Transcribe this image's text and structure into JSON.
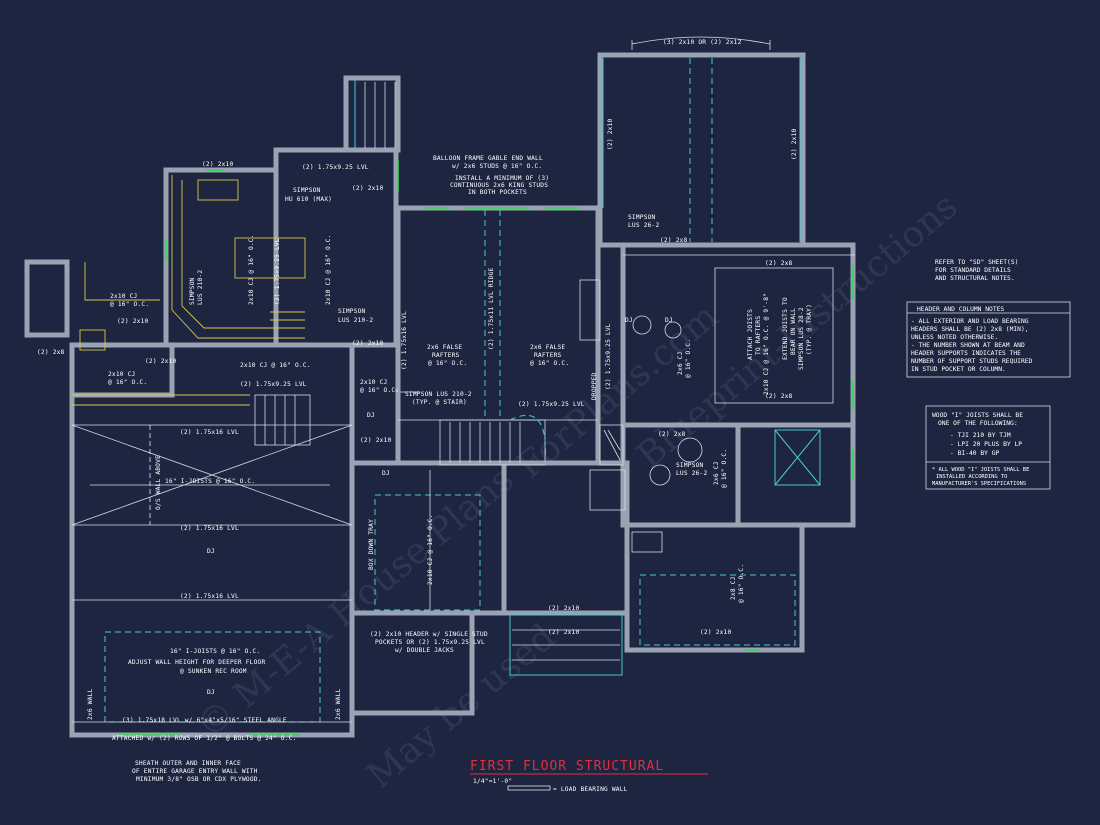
{
  "title": "FIRST FLOOR STRUCTURAL",
  "scale": "1/4\"=1'-0\"",
  "legend": "= LOAD BEARING WALL",
  "watermark": [
    "© M-E-A House Plans",
    "May be used",
    "ForPlans.com",
    "Blueprint-Instructions"
  ],
  "notes": {
    "refer": [
      "REFER TO \"SD\" SHEET(S)",
      "FOR STANDARD DETAILS",
      "AND STRUCTURAL NOTES."
    ],
    "header_title": "HEADER AND COLUMN NOTES",
    "header_lines": [
      "- ALL EXTERIOR AND LOAD BEARING",
      "HEADERS SHALL BE (2) 2x8 (MIN),",
      "UNLESS NOTED OTHERWISE.",
      "- THE NUMBER SHOWN AT BEAM AND",
      "HEADER SUPPORTS INDICATES THE",
      "NUMBER OF SUPPORT STUDS REQUIRED",
      "IN STUD POCKET OR COLUMN."
    ],
    "wood_lines": [
      "WOOD \"I\" JOISTS SHALL BE",
      "ONE OF THE FOLLOWING:",
      "- TJI 210 BY TJM",
      "- LPI 20 PLUS BY LP",
      "- BI-40 BY GP",
      "* ALL WOOD \"I\" JOISTS SHALL BE",
      "INSTALLED ACCORDING TO",
      "MANUFACTURER'S SPECIFICATIONS"
    ]
  },
  "labels": {
    "top_3_2x10": "(3) 2x10 OR (2) 2x12",
    "balloon1": "BALLOON FRAME GABLE END WALL",
    "balloon2": "w/ 2x6 STUDS @ 16\" O.C.",
    "install1": "INSTALL A MINIMUM OF (3)",
    "install2": "CONTINUOUS 2x6 KING STUDS",
    "install3": "IN BOTH POCKETS",
    "lvl_top": "(2) 1.75x9.25 LVL",
    "simpson_hu1": "SIMPSON",
    "simpson_hu2": "HU 610 (MAX)",
    "k_2x10_a": "(2) 2x10",
    "k_2x10_b": "(2) 2x10",
    "k_2x10_c": "(2) 2x10",
    "simpson_lus26_1": "SIMPSON",
    "simpson_lus26_2": "LUS 26-2",
    "r_2x10_v1": "(2) 2x10",
    "r_2x10_v2": "(2) 2x10",
    "r_2x8_a": "(2) 2x8",
    "r_2x8_b": "(2) 2x8",
    "r_2x8_c": "(2) 2x8",
    "r_2x8_d": "(2) 2x8",
    "attach1": "ATTACH JOISTS",
    "attach2": "TO RAFTERS",
    "attach3": "2x10 CJ @ 16\" O.C. @ 9'-8\"",
    "extend1": "EXTEND JOISTS TO",
    "extend2": "BEAR ON WALL",
    "extend3": "SIMPSON LUS 28-2",
    "extend4": "(TYP. @ TRAY)",
    "false1a": "2x6 FALSE",
    "false1b": "RAFTERS",
    "false1c": "@ 16\" O.C.",
    "false2a": "2x6 FALSE",
    "false2b": "RAFTERS",
    "false2c": "@ 16\" O.C.",
    "lvl_ridge": "(2) 1.75x11 LVL RIDGE",
    "lvl_16_v": "(2) 1.75x16 LVL",
    "lvl_mid_v": "(2) 1.75x9.25 LVL",
    "cj_k1": "2x10 CJ @ 16\" O.C.",
    "cj_k2": "2x10 CJ @ 16\" O.C.",
    "cj_k3": "(2) 1.75x9.25 LVL",
    "simpson210_1": "SIMPSON",
    "simpson210_2": "LUS 210-2",
    "simpson210_3": "SIMPSON",
    "simpson210_4": "LUS 210-2",
    "simpson210_5": "SIMPSON LUS 210-2",
    "simpson210_6": "(TYP. @ STAIR)",
    "cj_210_a": "2x10 CJ",
    "cj_210_b": "@ 16\" O.C.",
    "cj_210_c": "2x10 CJ",
    "cj_210_d": "@ 16\" O.C.",
    "lvl_2x10_left": "(2) 2x10",
    "lvl_2x10_left2": "(2) 2x10",
    "lvl_2x10_left3": "(2) 2x10",
    "lvl_2x8_left": "(2) 2x8",
    "cj_left": "2x10 CJ",
    "cj_left2": "@ 16\" O.C.",
    "lvl_2x10_mid": "(2) 2x10",
    "lvl_1_75x16_1": "(2) 1.75x16 LVL",
    "lvl_1_75x16_2": "(2) 1.75x16 LVL",
    "lvl_1_75x16_3": "(2) 1.75x16 LVL",
    "dj1": "DJ",
    "dj2": "DJ",
    "dj3": "DJ",
    "dj4": "DJ",
    "dj5": "DJ",
    "dj6": "DJ",
    "wall_above": "O/S WALL ABOVE",
    "ijoists_1": "16\" I-JOISTS @ 16\" O.C.",
    "ijoists_2": "16\" I-JOISTS @ 16\" O.C.",
    "adjust1": "ADJUST WALL HEIGHT FOR DEEPER FLOOR",
    "adjust2": "@ SUNKEN REC ROOM",
    "lvl_3": "(3) 1.75x18 LVL w/ 6\"x4\"x5/16\" STEEL ANGLE",
    "attached": "ATTACHED w/ (2) ROWS OF 1/2\" @ BOLTS @ 24\" O.C.",
    "sheath1": "SHEATH OUTER AND INNER FACE",
    "sheath2": "OF ENTIRE GARAGE ENTRY WALL WITH",
    "sheath3": "MINIMUM 3/8\" OSB OR CDX PLYWOOD.",
    "wall_l": "2x6 WALL",
    "wall_r": "2x6 WALL",
    "box_tray": "BOX DOWN TRAY",
    "cj_center": "2x10 CJ @ 16\" O.C.",
    "header_single1": "(2) 2x10 HEADER w/ SINGLE STUD",
    "header_single2": "POCKETS OR (2) 1.75x9.25 LVL",
    "header_single3": "w/ DOUBLE JACKS",
    "b_2x10_a": "(2) 2x10",
    "b_2x10_b": "(2) 2x10",
    "b_2x10_c": "(2) 2x10",
    "b_2x8_a": "(2) 2x8",
    "b_cj1": "2x6 CJ",
    "b_cj2": "@ 16\" O.C.",
    "b_cj3": "2x6 CJ",
    "b_cj4": "@ 16\" O.C.",
    "b_cj5": "2x6 CJ",
    "b_cj6": "@ 16\" O.C.",
    "b_cj7": "2x8 CJ",
    "b_cj8": "@ 16\" O.C.",
    "simpson_b1": "SIMPSON",
    "simpson_b2": "LUS 26-2",
    "dropped": "DROPPED",
    "lvl_stair": "(2) 1.75x9.25 LVL",
    "cj_vert": "2x10 CJ @ 16\" O.C.",
    "cj_vert2": "2x10 CJ @ 16\" O.C.",
    "cj_vert3": "(2) 1.75x9.25 LVL"
  }
}
